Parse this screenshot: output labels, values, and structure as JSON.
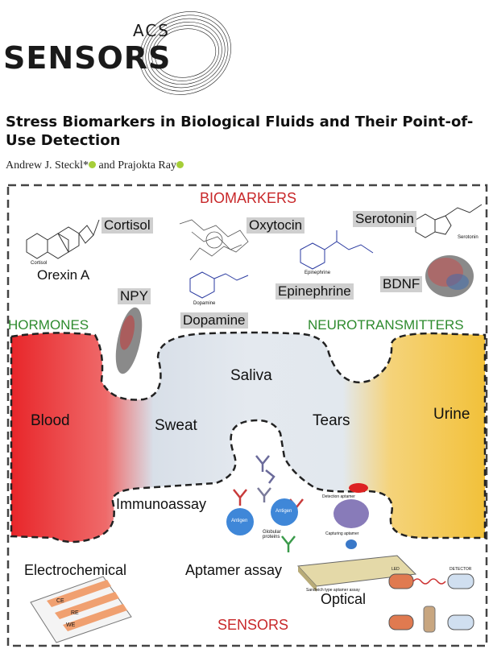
{
  "header": {
    "journal_prefix": "ACS",
    "journal_name": "SENSORS"
  },
  "article": {
    "title": "Stress Biomarkers in Biological Fluids and Their Point-of-Use Detection",
    "author1": "Andrew J. Steckl*",
    "and_word": "and",
    "author2": "Prajokta Ray"
  },
  "figure": {
    "heading_top": "BIOMARKERS",
    "heading_bottom": "SENSORS",
    "category_left": "HORMONES",
    "category_right": "NEUROTRANSMITTERS",
    "biomarkers": {
      "cortisol": "Cortisol",
      "oxytocin": "Oxytocin",
      "serotonin": "Serotonin",
      "orexin": "Orexin A",
      "npy": "NPY",
      "epinephrine": "Epinephrine",
      "bdnf": "BDNF",
      "dopamine": "Dopamine"
    },
    "structure_labels": {
      "cortisol": "Cortisol",
      "dopamine": "Dopamine",
      "epinephrine": "Epinephrine",
      "serotonin": "Serotonin"
    },
    "fluids": {
      "blood": "Blood",
      "sweat": "Sweat",
      "saliva": "Saliva",
      "tears": "Tears",
      "urine": "Urine"
    },
    "sensors": {
      "immunoassay": "Immunoassay",
      "electrochemical": "Electrochemical",
      "aptamer": "Aptamer assay",
      "optical": "Optical"
    },
    "antigen": "Antigen",
    "globular": "Globular\nproteins",
    "aptamer_labels": {
      "detection": "Detection aptamer",
      "capturing": "Capturing aptamer",
      "sandwich": "Sandwich type aptamer assay"
    },
    "optical_labels": {
      "led": "LED",
      "detector": "DETECTOR"
    },
    "electrodes": {
      "ce": "CE",
      "re": "RE",
      "we": "WE"
    },
    "colors": {
      "blood": "#e8262a",
      "urine": "#f2c13a",
      "heading": "#c8282a",
      "category": "#2e8b2e"
    }
  }
}
